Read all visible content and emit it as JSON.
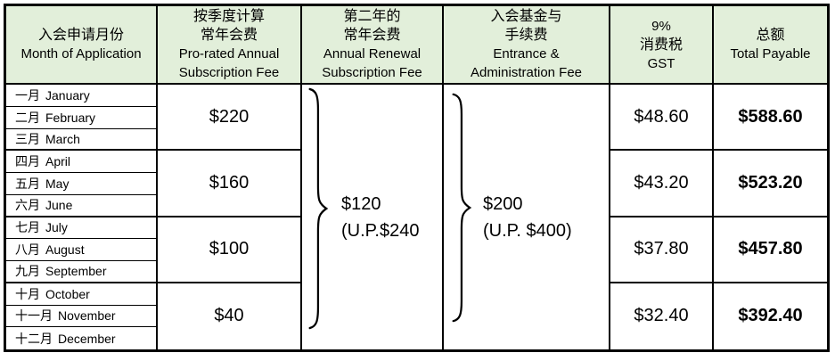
{
  "colors": {
    "header_bg": "#e2efda",
    "border": "#000000",
    "body_bg": "#ffffff",
    "text": "#000000"
  },
  "headers": {
    "month": {
      "zh": "入会申请月份",
      "en": "Month of Application"
    },
    "pro_rated": {
      "zh1": "按季度计算",
      "zh2": "常年会费",
      "en1": "Pro-rated Annual",
      "en2": "Subscription Fee"
    },
    "renewal": {
      "zh1": "第二年的",
      "zh2": "常年会费",
      "en1": "Annual Renewal",
      "en2": "Subscription Fee"
    },
    "entrance": {
      "zh1": "入会基金与",
      "zh2": "手续费",
      "en1": "Entrance &",
      "en2": "Administration Fee"
    },
    "gst": {
      "line1": "9%",
      "line2": "消费税",
      "line3": "GST"
    },
    "total": {
      "zh": "总额",
      "en": "Total Payable"
    }
  },
  "months": [
    {
      "zh": "一月",
      "en": "January"
    },
    {
      "zh": "二月",
      "en": "February"
    },
    {
      "zh": "三月",
      "en": "March"
    },
    {
      "zh": "四月",
      "en": "April"
    },
    {
      "zh": "五月",
      "en": "May"
    },
    {
      "zh": "六月",
      "en": "June"
    },
    {
      "zh": "七月",
      "en": "July"
    },
    {
      "zh": "八月",
      "en": "August"
    },
    {
      "zh": "九月",
      "en": "September"
    },
    {
      "zh": "十月",
      "en": "October"
    },
    {
      "zh": "十一月",
      "en": "November"
    },
    {
      "zh": "十二月",
      "en": "December"
    }
  ],
  "quarters": [
    {
      "pro_rated": "$220",
      "gst": "$48.60",
      "total": "$588.60"
    },
    {
      "pro_rated": "$160",
      "gst": "$43.20",
      "total": "$523.20"
    },
    {
      "pro_rated": "$100",
      "gst": "$37.80",
      "total": "$457.80"
    },
    {
      "pro_rated": "$40",
      "gst": "$32.40",
      "total": "$392.40"
    }
  ],
  "renewal_cell": {
    "fee": "$120",
    "up": "(U.P.$240"
  },
  "entrance_cell": {
    "fee": "$200",
    "up": "(U.P. $400)"
  }
}
